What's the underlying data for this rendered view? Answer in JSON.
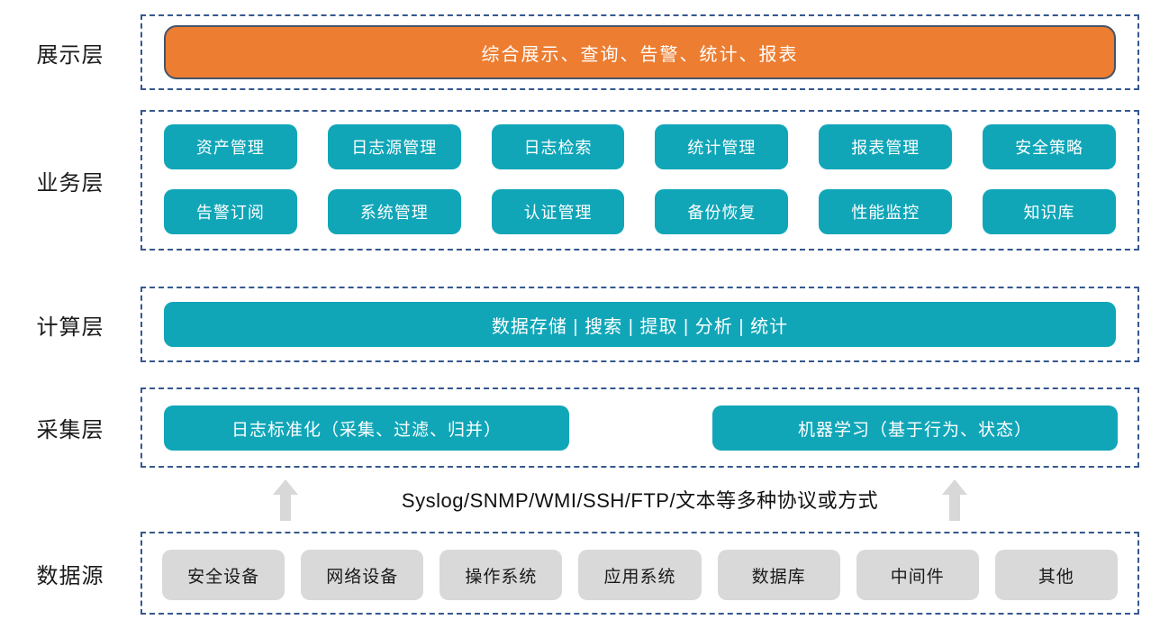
{
  "colors": {
    "teal": "#10A6B8",
    "orange": "#ED7D31",
    "orange_border": "#44546A",
    "gray": "#D9D9D9",
    "dashed": "#35588F",
    "arrow": "#D8D8D8"
  },
  "layers": {
    "presentation": {
      "label": "展示层",
      "banner": "综合展示、查询、告警、统计、报表"
    },
    "business": {
      "label": "业务层",
      "items": [
        "资产管理",
        "日志源管理",
        "日志检索",
        "统计管理",
        "报表管理",
        "安全策略",
        "告警订阅",
        "系统管理",
        "认证管理",
        "备份恢复",
        "性能监控",
        "知识库"
      ]
    },
    "computing": {
      "label": "计算层",
      "banner": "数据存储 | 搜索 | 提取 | 分析 | 统计"
    },
    "collection": {
      "label": "采集层",
      "items": [
        "日志标准化（采集、过滤、归并）",
        "机器学习（基于行为、状态）"
      ]
    },
    "protocols": {
      "text": "Syslog/SNMP/WMI/SSH/FTP/文本等多种协议或方式"
    },
    "datasource": {
      "label": "数据源",
      "items": [
        "安全设备",
        "网络设备",
        "操作系统",
        "应用系统",
        "数据库",
        "中间件",
        "其他"
      ]
    }
  }
}
